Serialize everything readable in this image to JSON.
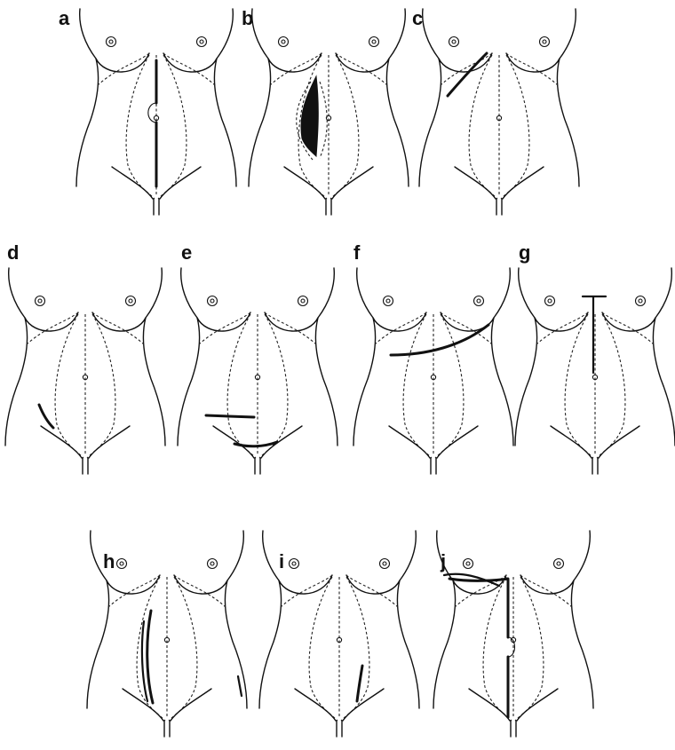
{
  "panels": [
    {
      "id": "a",
      "label": "a"
    },
    {
      "id": "b",
      "label": "b"
    },
    {
      "id": "c",
      "label": "c"
    },
    {
      "id": "d",
      "label": "d"
    },
    {
      "id": "e",
      "label": "e"
    },
    {
      "id": "f",
      "label": "f"
    },
    {
      "id": "g",
      "label": "g"
    },
    {
      "id": "h",
      "label": "h"
    },
    {
      "id": "i",
      "label": "i"
    },
    {
      "id": "j",
      "label": "j"
    }
  ]
}
